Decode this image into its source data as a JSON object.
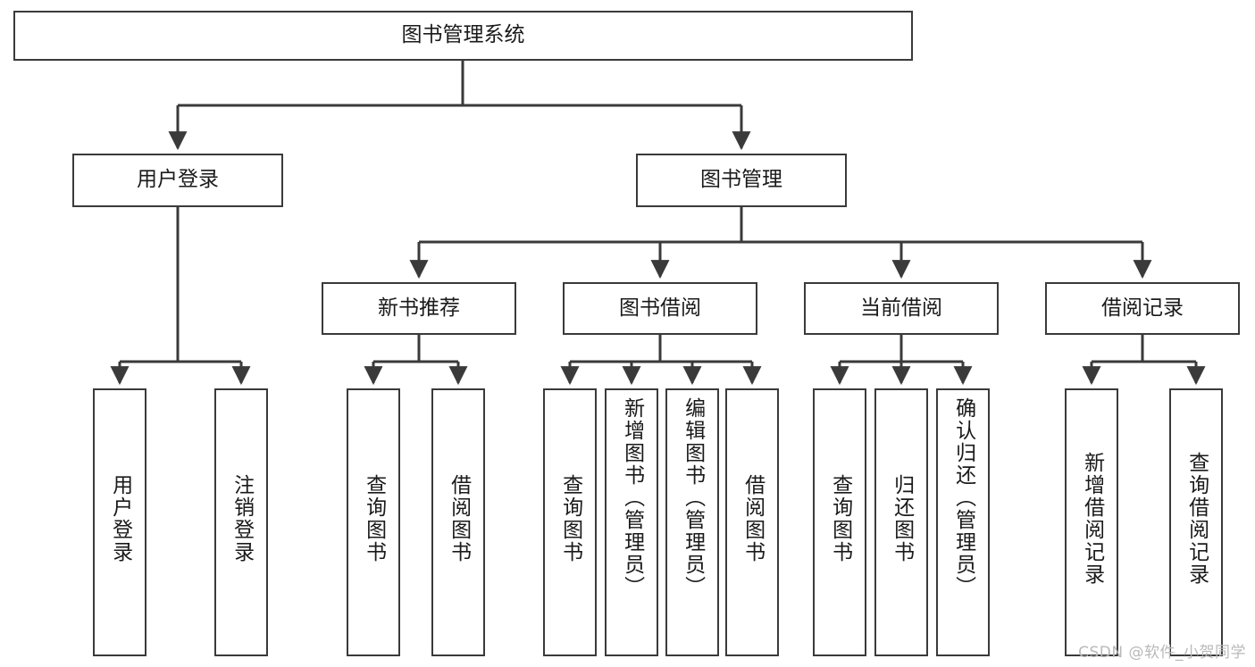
{
  "diagram": {
    "type": "tree",
    "title": "图书管理系统",
    "watermark": "CSDN @软件_小贺同学",
    "colors": {
      "stroke": "#3a3a3a",
      "fill": "#ffffff",
      "text": "#1a1a1a",
      "watermark": "#b9b9b9"
    },
    "root": {
      "label": "图书管理系统"
    },
    "level2": [
      {
        "label": "用户登录"
      },
      {
        "label": "图书管理"
      }
    ],
    "level3": [
      {
        "label": "新书推荐"
      },
      {
        "label": "图书借阅"
      },
      {
        "label": "当前借阅"
      },
      {
        "label": "借阅记录"
      }
    ],
    "leaves": {
      "user_login": [
        {
          "label": "用户登录"
        },
        {
          "label": "注销登录"
        }
      ],
      "new_book_recommend": [
        {
          "label": "查询图书"
        },
        {
          "label": "借阅图书"
        }
      ],
      "book_borrow": [
        {
          "label": "查询图书"
        },
        {
          "label": "新增图书（管理员）"
        },
        {
          "label": "编辑图书（管理员）"
        },
        {
          "label": "借阅图书"
        }
      ],
      "current_borrow": [
        {
          "label": "查询图书"
        },
        {
          "label": "归还图书"
        },
        {
          "label": "确认归还（管理员）"
        }
      ],
      "borrow_record": [
        {
          "label": "新增借阅记录"
        },
        {
          "label": "查询借阅记录"
        }
      ]
    }
  }
}
